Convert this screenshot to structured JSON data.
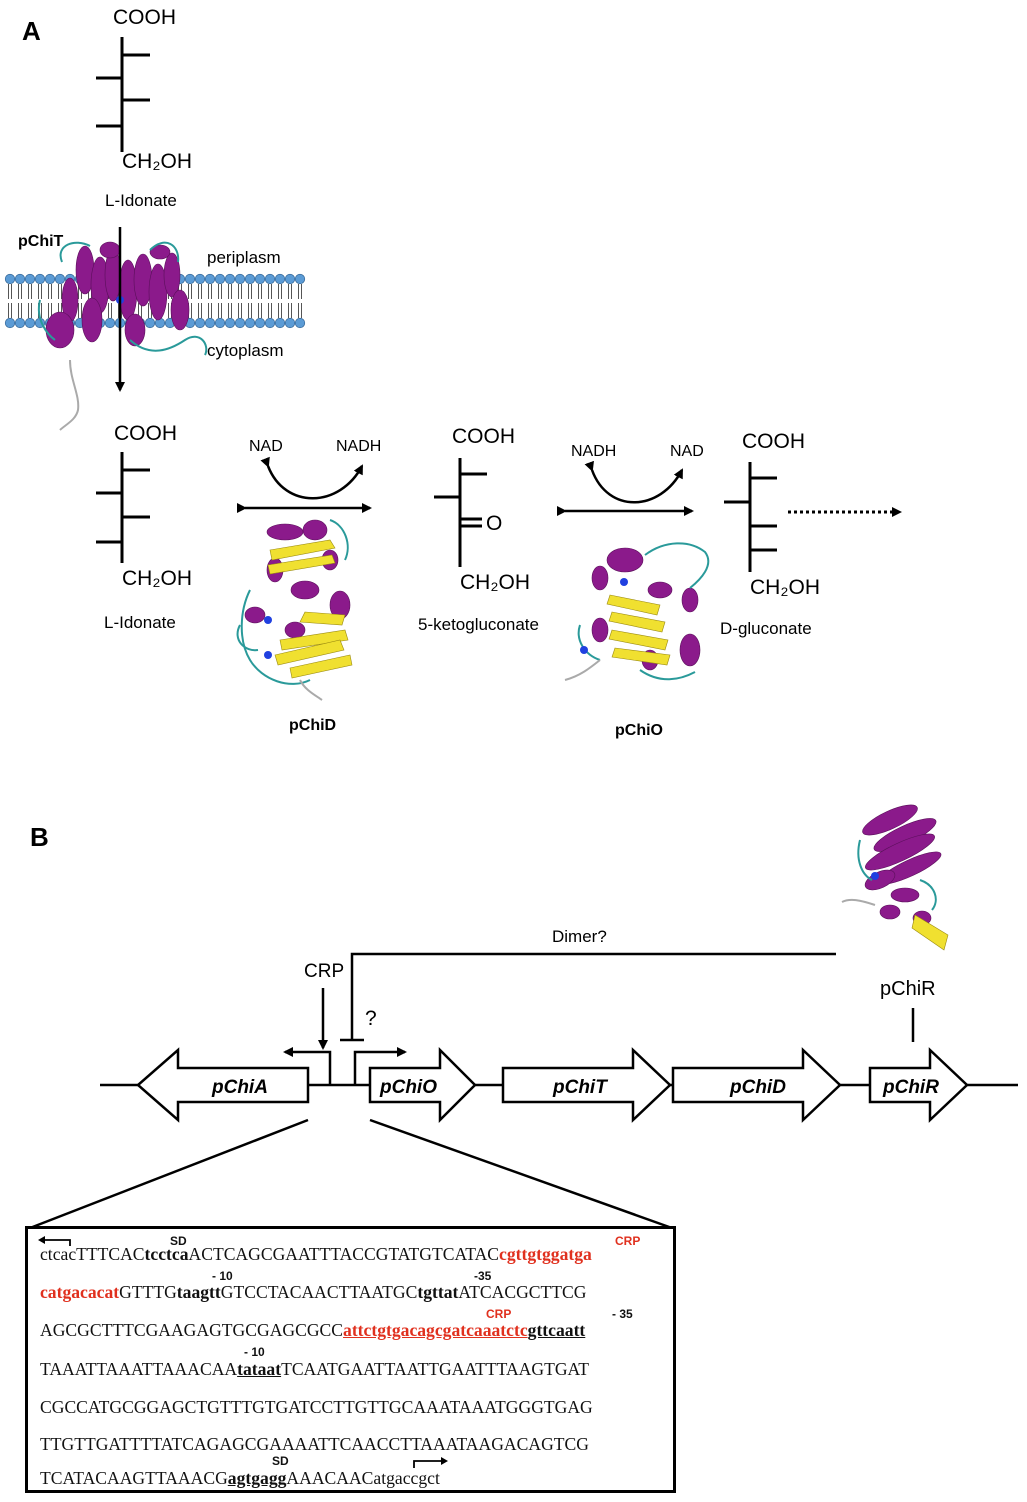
{
  "panel_a": {
    "label": "A",
    "top_molecule": {
      "top": "COOH",
      "bottom": "CH₂OH",
      "name": "L-Idonate"
    },
    "transporter": {
      "name": "pChiT",
      "outside": "periplasm",
      "inside": "cytoplasm"
    },
    "molecule1": {
      "top": "COOH",
      "bottom": "CH₂OH",
      "name": "L-Idonate"
    },
    "step1": {
      "left": "NAD",
      "right": "NADH",
      "enzyme": "pChiD"
    },
    "molecule2": {
      "top": "COOH",
      "keto": "O",
      "bottom": "CH₂OH",
      "name": "5-ketogluconate"
    },
    "step2": {
      "left": "NADH",
      "right": "NAD",
      "enzyme": "pChiO"
    },
    "molecule3": {
      "top": "COOH",
      "bottom": "CH₂OH",
      "name": "D-gluconate"
    }
  },
  "panel_b": {
    "label": "B",
    "dimer_label": "Dimer?",
    "crp_label": "CRP",
    "question": "?",
    "regulator": "pChiR",
    "genes": [
      "pChiA",
      "pChiO",
      "pChiT",
      "pChiD",
      "pChiR"
    ]
  },
  "sequence": {
    "line1": {
      "a": "ctcac",
      "b": "TTTCAC",
      "c": "tcctca",
      "d": "ACTCAGCGAATTTACCGTATGTCATAC",
      "e": "cgttgtggatga"
    },
    "line2": {
      "a": "catgacacat",
      "b": "GTTTG",
      "c": "taagtt",
      "d": "GTCCTACAACTTAATGC",
      "e": "tgttat",
      "f": "ATCACGCTTCG"
    },
    "line3": {
      "a": "AGCGCTTTCGAAGAGTGCGAGCGCC",
      "b": "attctgtgacagcgatcaaatctc",
      "c": "gttcaatt"
    },
    "line4": {
      "a": "TAAATTAAATTAAACAA",
      "b": "tataat",
      "c": "TCAATGAATTAATTGAATTTAAGTGAT"
    },
    "line5": "CGCCATGCGGAGCTGTTTGTGATCCTTGTTGCAAATAAATGGGTGAG",
    "line6": "TTGTTGATTTTATCAGAGCGAAAATTCAACCTTAAATAAGACAGTCG",
    "line7": {
      "a": "TCATACAAGTTAAACG",
      "b": "agtgagg",
      "c": "AAACAAC",
      "d": "atgaccgct"
    },
    "tags": {
      "sd1": "SD",
      "crp1": "CRP",
      "m10a": "- 10",
      "m35a": "-35",
      "crp2": "CRP",
      "m35b": "- 35",
      "m10b": "- 10",
      "sd2": "SD"
    }
  },
  "colors": {
    "helix": "#8b1a8b",
    "sheet": "#f0e030",
    "loop": "#2a9a9a",
    "membrane_head": "#5b9bd5",
    "red": "#e0301e"
  }
}
